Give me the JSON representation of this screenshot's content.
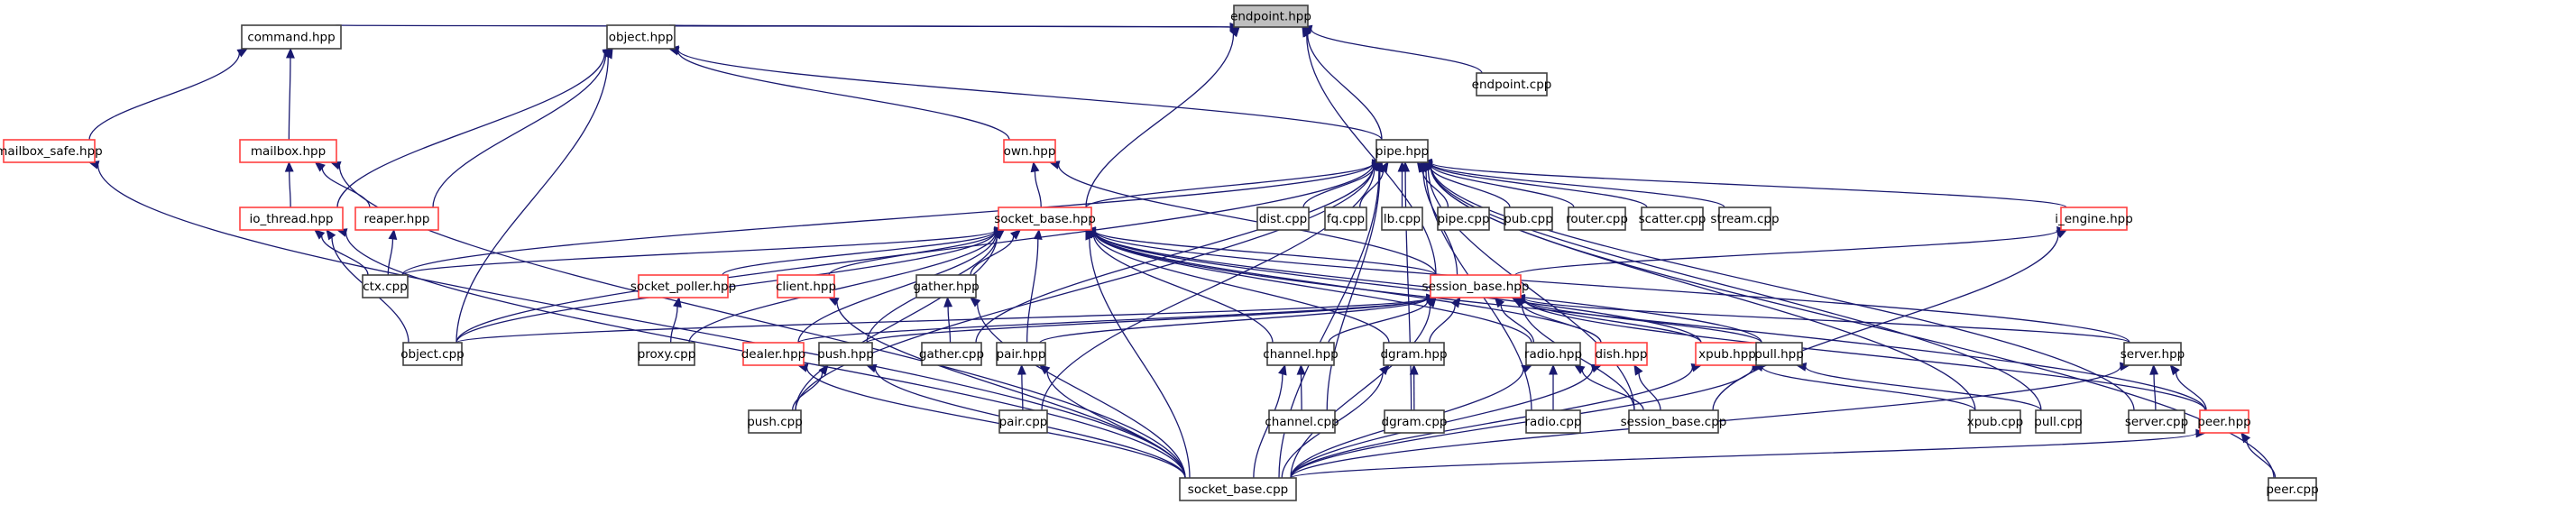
{
  "diagram": {
    "title": "endpoint.hpp",
    "type": "include-dependency-graph",
    "colors": {
      "edge": "#191970",
      "node_border_default": "#404040",
      "node_border_truncated": "#ff4040",
      "focus_fill": "#bfbfbf",
      "node_fill": "#ffffff"
    },
    "nodes": [
      {
        "id": "endpoint_hpp",
        "label": "endpoint.hpp",
        "style": "focus"
      },
      {
        "id": "command_hpp",
        "label": "command.hpp",
        "style": "normal"
      },
      {
        "id": "object_hpp",
        "label": "object.hpp",
        "style": "normal"
      },
      {
        "id": "endpoint_cpp",
        "label": "endpoint.cpp",
        "style": "normal"
      },
      {
        "id": "mailbox_safe_hpp",
        "label": "mailbox_safe.hpp",
        "style": "red"
      },
      {
        "id": "mailbox_hpp",
        "label": "mailbox.hpp",
        "style": "red"
      },
      {
        "id": "own_hpp",
        "label": "own.hpp",
        "style": "red"
      },
      {
        "id": "pipe_hpp",
        "label": "pipe.hpp",
        "style": "normal"
      },
      {
        "id": "io_thread_hpp",
        "label": "io_thread.hpp",
        "style": "red"
      },
      {
        "id": "reaper_hpp",
        "label": "reaper.hpp",
        "style": "red"
      },
      {
        "id": "socket_base_hpp",
        "label": "socket_base.hpp",
        "style": "red"
      },
      {
        "id": "dist_cpp",
        "label": "dist.cpp",
        "style": "normal"
      },
      {
        "id": "fq_cpp",
        "label": "fq.cpp",
        "style": "normal"
      },
      {
        "id": "lb_cpp",
        "label": "lb.cpp",
        "style": "normal"
      },
      {
        "id": "pipe_cpp",
        "label": "pipe.cpp",
        "style": "normal"
      },
      {
        "id": "pub_cpp",
        "label": "pub.cpp",
        "style": "normal"
      },
      {
        "id": "router_cpp",
        "label": "router.cpp",
        "style": "normal"
      },
      {
        "id": "scatter_cpp",
        "label": "scatter.cpp",
        "style": "normal"
      },
      {
        "id": "stream_cpp",
        "label": "stream.cpp",
        "style": "normal"
      },
      {
        "id": "i_engine_hpp",
        "label": "i_engine.hpp",
        "style": "red"
      },
      {
        "id": "ctx_cpp",
        "label": "ctx.cpp",
        "style": "normal"
      },
      {
        "id": "socket_poller_hpp",
        "label": "socket_poller.hpp",
        "style": "red"
      },
      {
        "id": "client_hpp",
        "label": "client.hpp",
        "style": "red"
      },
      {
        "id": "gather_hpp",
        "label": "gather.hpp",
        "style": "normal"
      },
      {
        "id": "session_base_hpp",
        "label": "session_base.hpp",
        "style": "red"
      },
      {
        "id": "object_cpp",
        "label": "object.cpp",
        "style": "normal"
      },
      {
        "id": "proxy_cpp",
        "label": "proxy.cpp",
        "style": "normal"
      },
      {
        "id": "dealer_hpp",
        "label": "dealer.hpp",
        "style": "red"
      },
      {
        "id": "push_hpp",
        "label": "push.hpp",
        "style": "normal"
      },
      {
        "id": "gather_cpp",
        "label": "gather.cpp",
        "style": "normal"
      },
      {
        "id": "pair_hpp",
        "label": "pair.hpp",
        "style": "normal"
      },
      {
        "id": "channel_hpp",
        "label": "channel.hpp",
        "style": "normal"
      },
      {
        "id": "dgram_hpp",
        "label": "dgram.hpp",
        "style": "normal"
      },
      {
        "id": "radio_hpp",
        "label": "radio.hpp",
        "style": "normal"
      },
      {
        "id": "dish_hpp",
        "label": "dish.hpp",
        "style": "red"
      },
      {
        "id": "xpub_hpp",
        "label": "xpub.hpp",
        "style": "red"
      },
      {
        "id": "pull_hpp",
        "label": "pull.hpp",
        "style": "normal"
      },
      {
        "id": "server_hpp",
        "label": "server.hpp",
        "style": "normal"
      },
      {
        "id": "push_cpp",
        "label": "push.cpp",
        "style": "normal"
      },
      {
        "id": "pair_cpp",
        "label": "pair.cpp",
        "style": "normal"
      },
      {
        "id": "channel_cpp",
        "label": "channel.cpp",
        "style": "normal"
      },
      {
        "id": "dgram_cpp",
        "label": "dgram.cpp",
        "style": "normal"
      },
      {
        "id": "radio_cpp",
        "label": "radio.cpp",
        "style": "normal"
      },
      {
        "id": "session_base_cpp",
        "label": "session_base.cpp",
        "style": "normal"
      },
      {
        "id": "xpub_cpp",
        "label": "xpub.cpp",
        "style": "normal"
      },
      {
        "id": "pull_cpp",
        "label": "pull.cpp",
        "style": "normal"
      },
      {
        "id": "server_cpp",
        "label": "server.cpp",
        "style": "normal"
      },
      {
        "id": "peer_hpp",
        "label": "peer.hpp",
        "style": "red"
      },
      {
        "id": "socket_base_cpp",
        "label": "socket_base.cpp",
        "style": "normal"
      },
      {
        "id": "peer_cpp",
        "label": "peer.cpp",
        "style": "normal"
      }
    ],
    "edges": [
      [
        "command_hpp",
        "endpoint_hpp"
      ],
      [
        "object_hpp",
        "endpoint_hpp"
      ],
      [
        "endpoint_cpp",
        "endpoint_hpp"
      ],
      [
        "pipe_hpp",
        "endpoint_hpp"
      ],
      [
        "socket_base_hpp",
        "endpoint_hpp"
      ],
      [
        "session_base_hpp",
        "endpoint_hpp"
      ],
      [
        "mailbox_safe_hpp",
        "command_hpp"
      ],
      [
        "mailbox_hpp",
        "command_hpp"
      ],
      [
        "object_cpp",
        "object_hpp"
      ],
      [
        "own_hpp",
        "object_hpp"
      ],
      [
        "pipe_hpp",
        "object_hpp"
      ],
      [
        "io_thread_hpp",
        "object_hpp"
      ],
      [
        "reaper_hpp",
        "object_hpp"
      ],
      [
        "socket_base_cpp",
        "mailbox_safe_hpp"
      ],
      [
        "io_thread_hpp",
        "mailbox_hpp"
      ],
      [
        "reaper_hpp",
        "mailbox_hpp"
      ],
      [
        "socket_base_cpp",
        "mailbox_hpp"
      ],
      [
        "socket_base_hpp",
        "own_hpp"
      ],
      [
        "session_base_hpp",
        "own_hpp"
      ],
      [
        "ctx_cpp",
        "io_thread_hpp"
      ],
      [
        "object_cpp",
        "io_thread_hpp"
      ],
      [
        "socket_base_cpp",
        "io_thread_hpp"
      ],
      [
        "ctx_cpp",
        "reaper_hpp"
      ],
      [
        "socket_base_hpp",
        "pipe_hpp"
      ],
      [
        "dist_cpp",
        "pipe_hpp"
      ],
      [
        "fq_cpp",
        "pipe_hpp"
      ],
      [
        "lb_cpp",
        "pipe_hpp"
      ],
      [
        "pipe_cpp",
        "pipe_hpp"
      ],
      [
        "pub_cpp",
        "pipe_hpp"
      ],
      [
        "router_cpp",
        "pipe_hpp"
      ],
      [
        "scatter_cpp",
        "pipe_hpp"
      ],
      [
        "stream_cpp",
        "pipe_hpp"
      ],
      [
        "i_engine_hpp",
        "pipe_hpp"
      ],
      [
        "ctx_cpp",
        "pipe_hpp"
      ],
      [
        "object_cpp",
        "pipe_hpp"
      ],
      [
        "session_base_hpp",
        "pipe_hpp"
      ],
      [
        "gather_cpp",
        "pipe_hpp"
      ],
      [
        "push_cpp",
        "pipe_hpp"
      ],
      [
        "pair_cpp",
        "pipe_hpp"
      ],
      [
        "channel_cpp",
        "pipe_hpp"
      ],
      [
        "dgram_cpp",
        "pipe_hpp"
      ],
      [
        "session_base_cpp",
        "pipe_hpp"
      ],
      [
        "xpub_cpp",
        "pipe_hpp"
      ],
      [
        "pull_cpp",
        "pipe_hpp"
      ],
      [
        "server_cpp",
        "pipe_hpp"
      ],
      [
        "peer_cpp",
        "pipe_hpp"
      ],
      [
        "socket_base_cpp",
        "pipe_hpp"
      ],
      [
        "radio_cpp",
        "pipe_hpp"
      ],
      [
        "ctx_cpp",
        "socket_base_hpp"
      ],
      [
        "socket_poller_hpp",
        "socket_base_hpp"
      ],
      [
        "client_hpp",
        "socket_base_hpp"
      ],
      [
        "gather_hpp",
        "socket_base_hpp"
      ],
      [
        "object_cpp",
        "socket_base_hpp"
      ],
      [
        "proxy_cpp",
        "socket_base_hpp"
      ],
      [
        "dealer_hpp",
        "socket_base_hpp"
      ],
      [
        "push_hpp",
        "socket_base_hpp"
      ],
      [
        "pair_hpp",
        "socket_base_hpp"
      ],
      [
        "channel_hpp",
        "socket_base_hpp"
      ],
      [
        "dgram_hpp",
        "socket_base_hpp"
      ],
      [
        "radio_hpp",
        "socket_base_hpp"
      ],
      [
        "dish_hpp",
        "socket_base_hpp"
      ],
      [
        "xpub_hpp",
        "socket_base_hpp"
      ],
      [
        "pull_hpp",
        "socket_base_hpp"
      ],
      [
        "server_hpp",
        "socket_base_hpp"
      ],
      [
        "peer_hpp",
        "socket_base_hpp"
      ],
      [
        "session_base_hpp",
        "socket_base_hpp"
      ],
      [
        "socket_base_cpp",
        "socket_base_hpp"
      ],
      [
        "push_cpp",
        "socket_base_hpp"
      ],
      [
        "session_base_hpp",
        "i_engine_hpp"
      ],
      [
        "session_base_cpp",
        "i_engine_hpp"
      ],
      [
        "object_cpp",
        "session_base_hpp"
      ],
      [
        "dealer_hpp",
        "session_base_hpp"
      ],
      [
        "push_hpp",
        "session_base_hpp"
      ],
      [
        "pair_hpp",
        "session_base_hpp"
      ],
      [
        "channel_hpp",
        "session_base_hpp"
      ],
      [
        "dgram_hpp",
        "session_base_hpp"
      ],
      [
        "radio_hpp",
        "session_base_hpp"
      ],
      [
        "dish_hpp",
        "session_base_hpp"
      ],
      [
        "xpub_hpp",
        "session_base_hpp"
      ],
      [
        "pull_hpp",
        "session_base_hpp"
      ],
      [
        "server_hpp",
        "session_base_hpp"
      ],
      [
        "peer_hpp",
        "session_base_hpp"
      ],
      [
        "session_base_cpp",
        "session_base_hpp"
      ],
      [
        "socket_base_cpp",
        "session_base_hpp"
      ],
      [
        "proxy_cpp",
        "socket_poller_hpp"
      ],
      [
        "socket_base_cpp",
        "client_hpp"
      ],
      [
        "gather_cpp",
        "gather_hpp"
      ],
      [
        "socket_base_cpp",
        "gather_hpp"
      ],
      [
        "socket_base_cpp",
        "dealer_hpp"
      ],
      [
        "push_cpp",
        "push_hpp"
      ],
      [
        "socket_base_cpp",
        "push_hpp"
      ],
      [
        "pair_cpp",
        "pair_hpp"
      ],
      [
        "socket_base_cpp",
        "pair_hpp"
      ],
      [
        "channel_cpp",
        "channel_hpp"
      ],
      [
        "socket_base_cpp",
        "channel_hpp"
      ],
      [
        "dgram_cpp",
        "dgram_hpp"
      ],
      [
        "socket_base_cpp",
        "dgram_hpp"
      ],
      [
        "radio_cpp",
        "radio_hpp"
      ],
      [
        "session_base_cpp",
        "radio_hpp"
      ],
      [
        "socket_base_cpp",
        "radio_hpp"
      ],
      [
        "session_base_cpp",
        "dish_hpp"
      ],
      [
        "socket_base_cpp",
        "dish_hpp"
      ],
      [
        "xpub_cpp",
        "xpub_hpp"
      ],
      [
        "socket_base_cpp",
        "xpub_hpp"
      ],
      [
        "pull_cpp",
        "pull_hpp"
      ],
      [
        "socket_base_cpp",
        "pull_hpp"
      ],
      [
        "server_cpp",
        "server_hpp"
      ],
      [
        "peer_hpp",
        "server_hpp"
      ],
      [
        "socket_base_cpp",
        "server_hpp"
      ],
      [
        "peer_cpp",
        "peer_hpp"
      ],
      [
        "socket_base_cpp",
        "peer_hpp"
      ]
    ]
  }
}
